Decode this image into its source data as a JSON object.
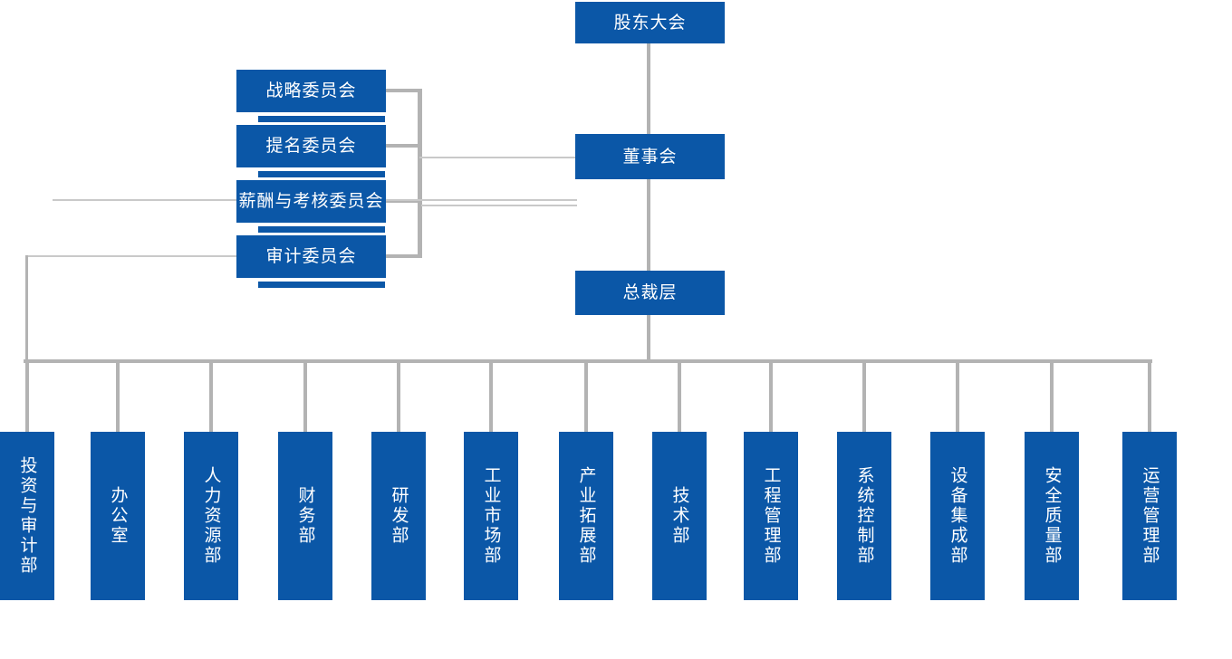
{
  "diagram": {
    "type": "org-chart",
    "levels": {
      "shareholders": "股东大会",
      "board": "董事会",
      "president": "总裁层"
    },
    "committees": [
      "战略委员会",
      "提名委员会",
      "薪酬与考核委员会",
      "审计委员会"
    ],
    "departments": [
      "投资与审计部",
      "办公室",
      "人力资源部",
      "财务部",
      "研发部",
      "工业市场部",
      "产业拓展部",
      "技术部",
      "工程管理部",
      "系统控制部",
      "设备集成部",
      "安全质量部",
      "运营管理部"
    ]
  },
  "colors": {
    "box_blue": "#0b57a7",
    "connector_grey": "#b3b3b3",
    "thin_line_grey": "#c9c9c9",
    "text_white": "#ffffff"
  }
}
